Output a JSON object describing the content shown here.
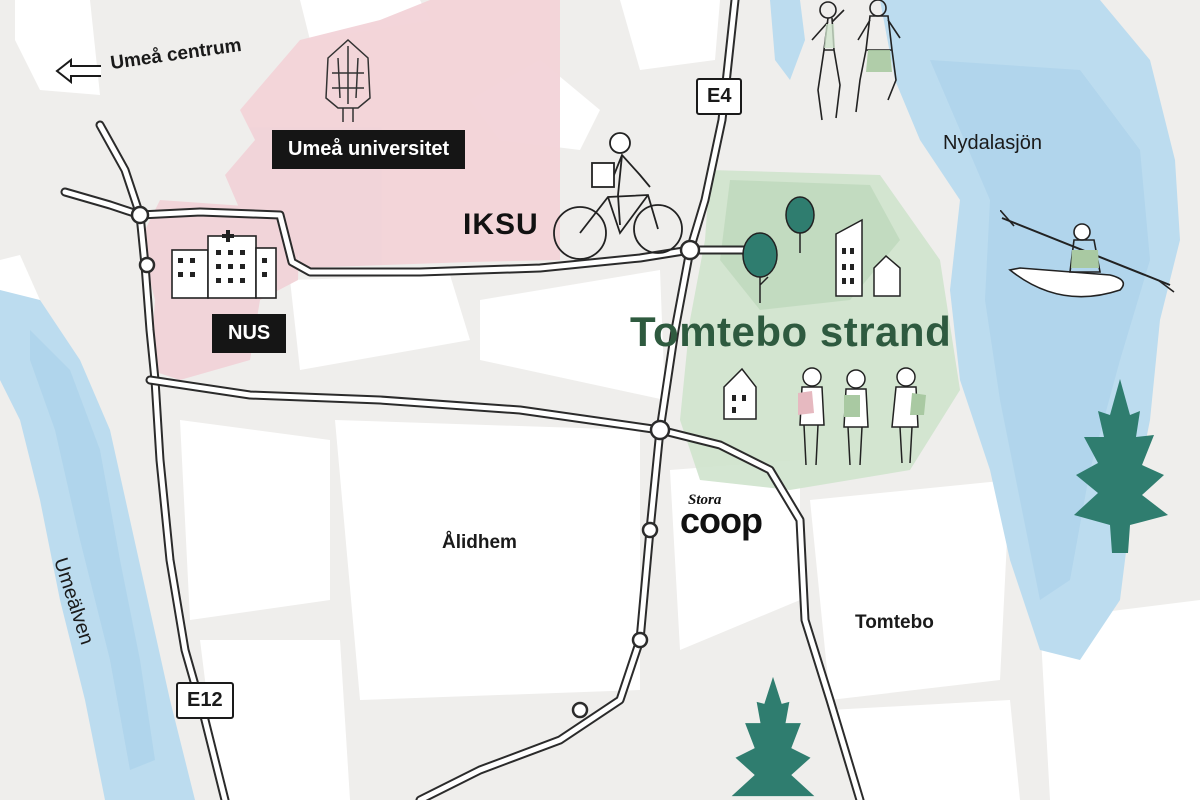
{
  "map": {
    "labels": {
      "umea_centrum": "Umeå centrum",
      "umea_universitet": "Umeå universitet",
      "iksu": "IKSU",
      "nus": "NUS",
      "e4": "E4",
      "e12": "E12",
      "nydalasjon": "Nydalasjön",
      "tomtebo_strand": "Tomtebo strand",
      "alidhem": "Ålidhem",
      "tomtebo": "Tomtebo",
      "umealven": "Umeälven",
      "coop_small": "Stora",
      "coop_big": "coop"
    },
    "colors": {
      "background": "#efeeec",
      "block": "#ffffff",
      "road": "#2b2b2b",
      "water": "#bcdcef",
      "university": "#f2d3d8",
      "park": "#cfe3cd",
      "tomtebo_strand_text": "#2e5a3f",
      "tree": "#2f7d6f"
    },
    "icons": [
      "arrow-left-icon",
      "sculpture-icon",
      "hospital-building-icon",
      "cyclist-icon",
      "runners-icon",
      "kayaker-icon",
      "tree-icon",
      "house-icon",
      "children-walking-icon",
      "spruce-tree-icon"
    ]
  }
}
